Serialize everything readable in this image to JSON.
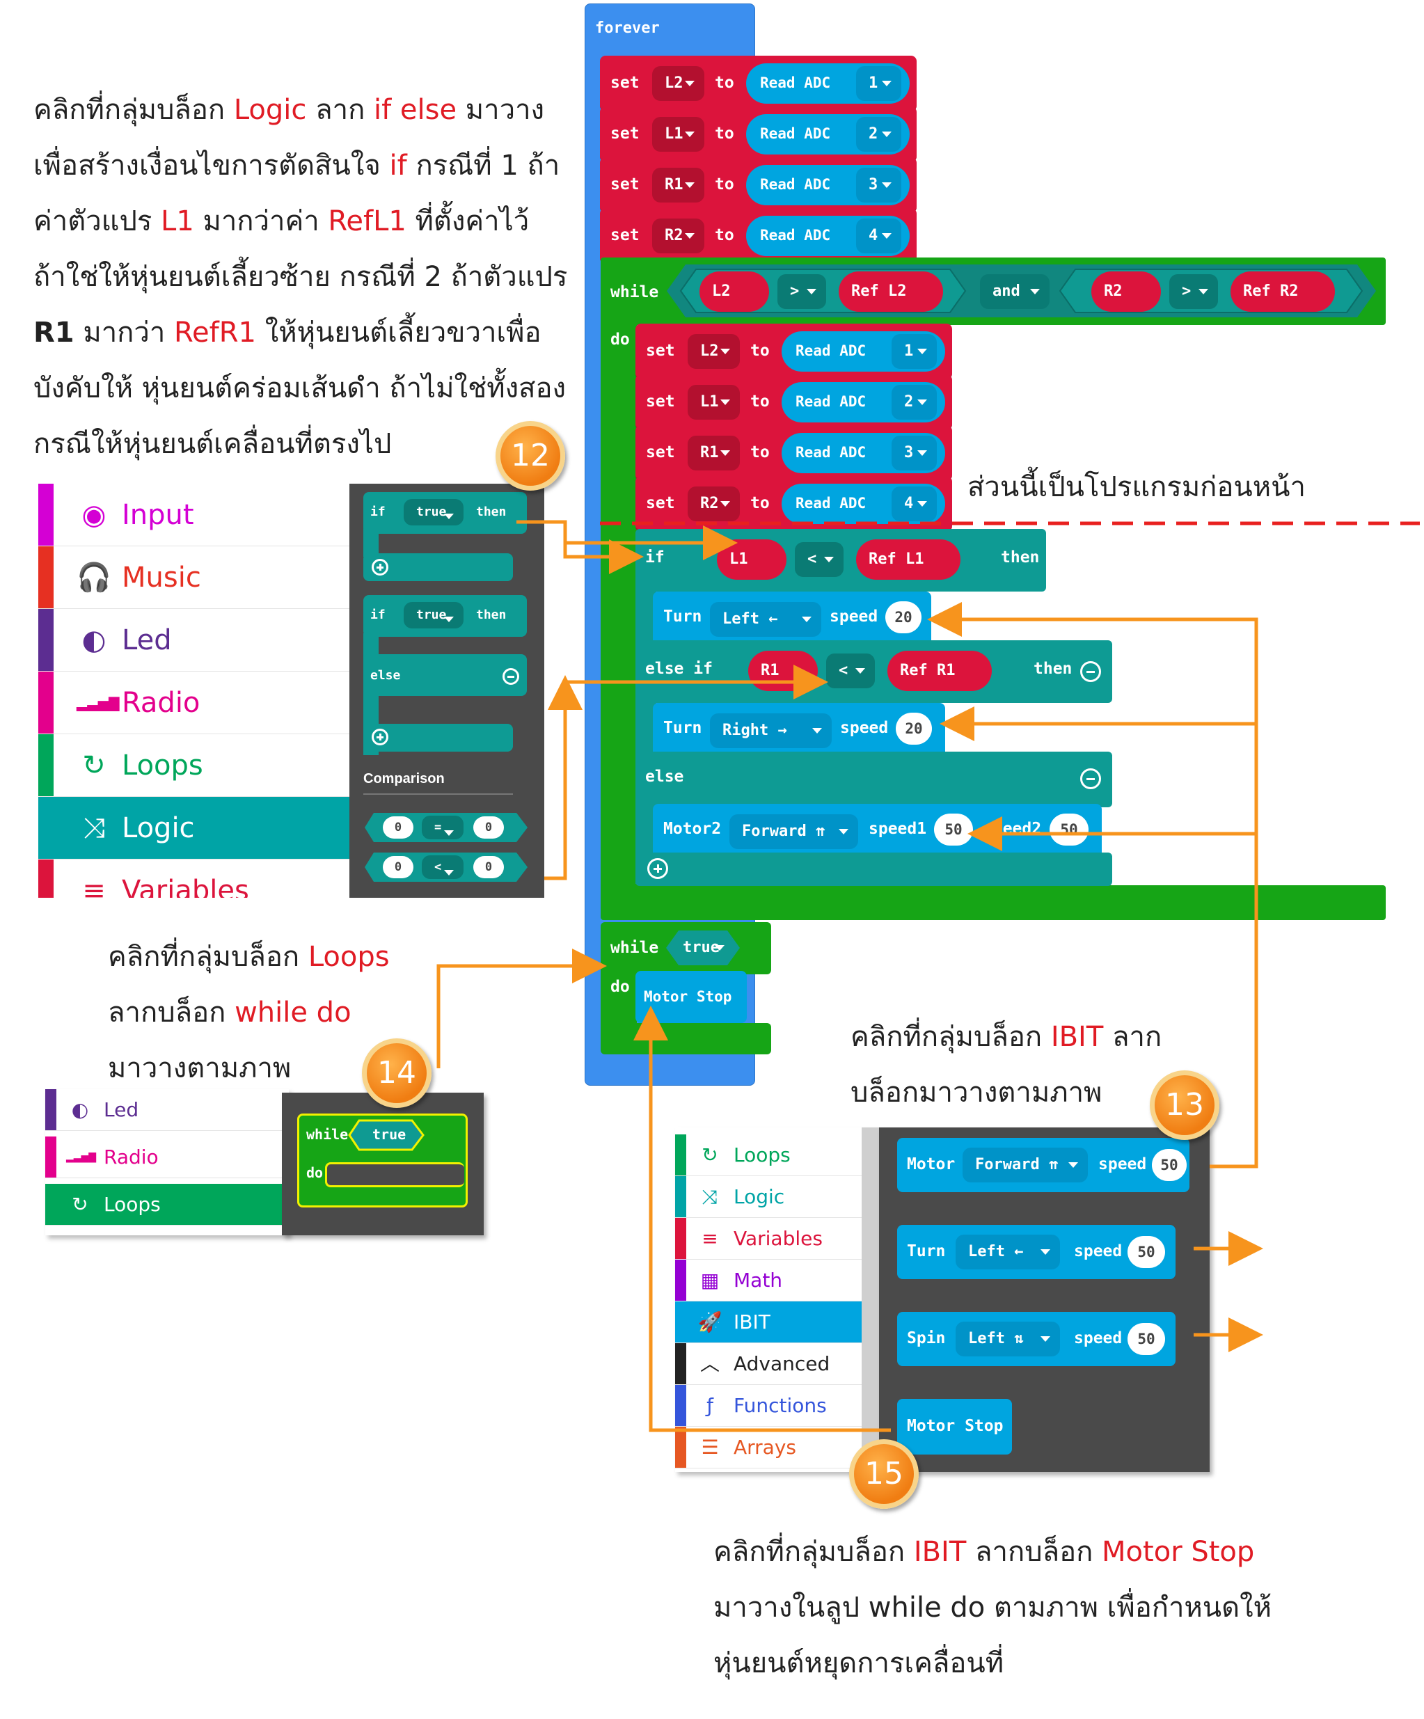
{
  "instructions": {
    "step12": [
      [
        {
          "t": "คลิกที่กลุ่มบล็อก "
        },
        {
          "t": "Logic",
          "h": true
        },
        {
          "t": " ลาก "
        },
        {
          "t": "if else",
          "h": true
        },
        {
          "t": " มาวาง"
        }
      ],
      [
        {
          "t": "เพื่อสร้างเงื่อนไขการตัดสินใจ "
        },
        {
          "t": "if",
          "h": true
        },
        {
          "t": " กรณีที่ 1 ถ้า"
        }
      ],
      [
        {
          "t": "ค่าตัวแปร "
        },
        {
          "t": "L1",
          "h": true
        },
        {
          "t": " มากว่าค่า "
        },
        {
          "t": "RefL1",
          "h": true
        },
        {
          "t": " ที่ตั้งค่าไว้"
        }
      ],
      [
        {
          "t": "ถ้าใช่ให้หุ่นยนต์เลี้ยวซ้าย กรณีที่ 2 ถ้าตัวแปร"
        }
      ],
      [
        {
          "t": "R1",
          "b": true
        },
        {
          "t": " มากว่า "
        },
        {
          "t": "RefR1",
          "h": true
        },
        {
          "t": " ให้หุ่นยนต์เลี้ยวขวาเพื่อ"
        }
      ],
      [
        {
          "t": "บังคับให้ หุ่นยนต์คร่อมเส้นดำ ถ้าไม่ใช่ทั้งสอง"
        }
      ],
      [
        {
          "t": "กรณีให้หุ่นยนต์เคลื่อนที่ตรงไป"
        }
      ]
    ],
    "step14": [
      [
        {
          "t": "คลิกที่กลุ่มบล็อก "
        },
        {
          "t": "Loops",
          "h": true
        }
      ],
      [
        {
          "t": "ลากบล็อก "
        },
        {
          "t": "while do",
          "h": true
        }
      ],
      [
        {
          "t": "มาวางตามภาพ"
        }
      ]
    ],
    "step13": [
      [
        {
          "t": "คลิกที่กลุ่มบล็อก "
        },
        {
          "t": "IBIT",
          "h": true
        },
        {
          "t": " ลาก"
        }
      ],
      [
        {
          "t": "บล็อกมาวางตามภาพ"
        }
      ]
    ],
    "step15": [
      [
        {
          "t": "คลิกที่กลุ่มบล็อก "
        },
        {
          "t": "IBIT",
          "h": true
        },
        {
          "t": " ลากบล็อก "
        },
        {
          "t": "Motor Stop",
          "h": true
        }
      ],
      [
        {
          "t": "มาวางในลูป while do ตามภาพ เพื่อกำหนดให้"
        }
      ],
      [
        {
          "t": "หุ่นยนต์หยุดการเคลื่อนที่"
        }
      ]
    ],
    "previous_note": "ส่วนนี้เป็นโปรแกรมก่อนหน้า"
  },
  "badges": {
    "b12": "12",
    "b13": "13",
    "b14": "14",
    "b15": "15"
  },
  "colors": {
    "loops": "#1ba11b",
    "ibit_blue": "#00a5e0",
    "variables_red": "#dc143c",
    "logic_teal": "#0e9b94",
    "forever_blue": "#3c8fef",
    "arrow": "#f7941d",
    "highlight": "#e01b24"
  },
  "program": {
    "forever": "forever",
    "set_kw": "set",
    "to_kw": "to",
    "read_adc": "Read ADC",
    "sets_top": [
      {
        "var": "L2",
        "ch": "1"
      },
      {
        "var": "L1",
        "ch": "2"
      },
      {
        "var": "R1",
        "ch": "3"
      },
      {
        "var": "R2",
        "ch": "4"
      }
    ],
    "while_kw": "while",
    "do_kw": "do",
    "while_cond": {
      "a": "L2",
      "op1": ">",
      "b": "Ref L2",
      "and": "and",
      "c": "R2",
      "op2": ">",
      "d": "Ref R2"
    },
    "sets_inner": [
      {
        "var": "L2",
        "ch": "1"
      },
      {
        "var": "L1",
        "ch": "2"
      },
      {
        "var": "R1",
        "ch": "3"
      },
      {
        "var": "R2",
        "ch": "4"
      }
    ],
    "if_kw": "if",
    "then_kw": "then",
    "if_cond": {
      "a": "L1",
      "op": "<",
      "b": "Ref L1"
    },
    "turn_kw": "Turn",
    "speed_kw": "speed",
    "turn_left": {
      "dir": "Left ←",
      "speed": "20"
    },
    "elseif_kw": "else if",
    "elseif_cond": {
      "a": "R1",
      "op": "<",
      "b": "Ref R1"
    },
    "turn_right": {
      "dir": "Right →",
      "speed": "20"
    },
    "else_kw": "else",
    "motor2": {
      "label": "Motor2",
      "dir": "Forward ⇈",
      "speed1_kw": "speed1",
      "speed1": "50",
      "speed2_kw": "speed2",
      "speed2": "50"
    },
    "while2_cond": "true",
    "motor_stop": "Motor Stop"
  },
  "logic_menu": {
    "items": [
      {
        "label": "Input",
        "icon": "input-icon",
        "color": "#d400d4",
        "glyph": "◉"
      },
      {
        "label": "Music",
        "icon": "headphones-icon",
        "color": "#e63022",
        "glyph": "🎧"
      },
      {
        "label": "Led",
        "icon": "toggle-icon",
        "color": "#5c2d91",
        "glyph": "◐"
      },
      {
        "label": "Radio",
        "icon": "signal-icon",
        "color": "#e3008c",
        "glyph": "▂▃▅▇"
      },
      {
        "label": "Loops",
        "icon": "loop-icon",
        "color": "#00a65a",
        "glyph": "↻"
      },
      {
        "label": "Logic",
        "icon": "shuffle-icon",
        "color": "#00a4a6",
        "glyph": "⤨"
      },
      {
        "label": "Variables",
        "icon": "list-icon",
        "color": "#dc143c",
        "glyph": "≡"
      }
    ],
    "palette": {
      "if": "if",
      "true": "true",
      "then": "then",
      "else": "else",
      "comparison": "Comparison",
      "zero": "0",
      "eq": "=",
      "lt": "<"
    }
  },
  "loops_menu": {
    "items": [
      {
        "label": "Led",
        "icon": "toggle-icon",
        "color": "#5c2d91",
        "glyph": "◐"
      },
      {
        "label": "Radio",
        "icon": "signal-icon",
        "color": "#e3008c",
        "glyph": "▂▃▅▇"
      },
      {
        "label": "Loops",
        "icon": "loop-icon",
        "color": "#00a65a",
        "glyph": "↻"
      }
    ],
    "palette": {
      "while": "while",
      "true": "true",
      "do": "do"
    }
  },
  "ibit_menu": {
    "items": [
      {
        "label": "Loops",
        "icon": "loop-icon",
        "color": "#00a65a",
        "glyph": "↻"
      },
      {
        "label": "Logic",
        "icon": "shuffle-icon",
        "color": "#00a4a6",
        "glyph": "⤨"
      },
      {
        "label": "Variables",
        "icon": "list-icon",
        "color": "#dc143c",
        "glyph": "≡"
      },
      {
        "label": "Math",
        "icon": "calculator-icon",
        "color": "#9400d3",
        "glyph": "▦"
      },
      {
        "label": "IBIT",
        "icon": "rocket-icon",
        "color": "#00a5e0",
        "glyph": "🚀"
      },
      {
        "label": "Advanced",
        "icon": "chevron-up-icon",
        "color": "#222222",
        "glyph": "︿"
      },
      {
        "label": "Functions",
        "icon": "function-icon",
        "color": "#3455db",
        "glyph": "ƒ"
      },
      {
        "label": "Arrays",
        "icon": "arrays-icon",
        "color": "#e65722",
        "glyph": "☰"
      }
    ],
    "palette": {
      "motor": "Motor",
      "forward": "Forward ⇈",
      "speed": "speed",
      "v50": "50",
      "turn": "Turn",
      "left": "Left ←",
      "spin": "Spin",
      "spinleft": "Left ⇅",
      "motor_stop": "Motor Stop"
    }
  }
}
